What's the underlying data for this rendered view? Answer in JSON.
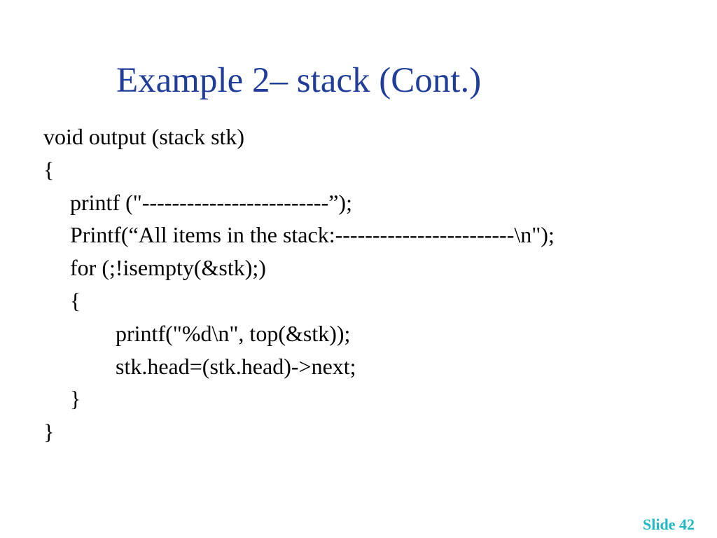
{
  "slide": {
    "title": "Example 2– stack (Cont.)",
    "code_lines": [
      {
        "indent": 0,
        "text": "void output (stack stk)"
      },
      {
        "indent": 0,
        "text": "{"
      },
      {
        "indent": 1,
        "text": "printf (\"-------------------------”);"
      },
      {
        "indent": 1,
        "text": "Printf(“All items in the stack:------------------------\\n\");"
      },
      {
        "indent": 1,
        "text": "for (;!isempty(&stk);)"
      },
      {
        "indent": 1,
        "text": "{"
      },
      {
        "indent": 2,
        "text": "printf(\"%d\\n\", top(&stk));"
      },
      {
        "indent": 2,
        "text": "stk.head=(stk.head)->next;"
      },
      {
        "indent": 1,
        "text": "}"
      },
      {
        "indent": 0,
        "text": "}"
      }
    ],
    "footer": {
      "slide_number_label": "Slide 42"
    }
  },
  "colors": {
    "title": "#1f3d99",
    "text": "#000000",
    "slide_number": "#1fb8c4",
    "background": "#ffffff"
  }
}
